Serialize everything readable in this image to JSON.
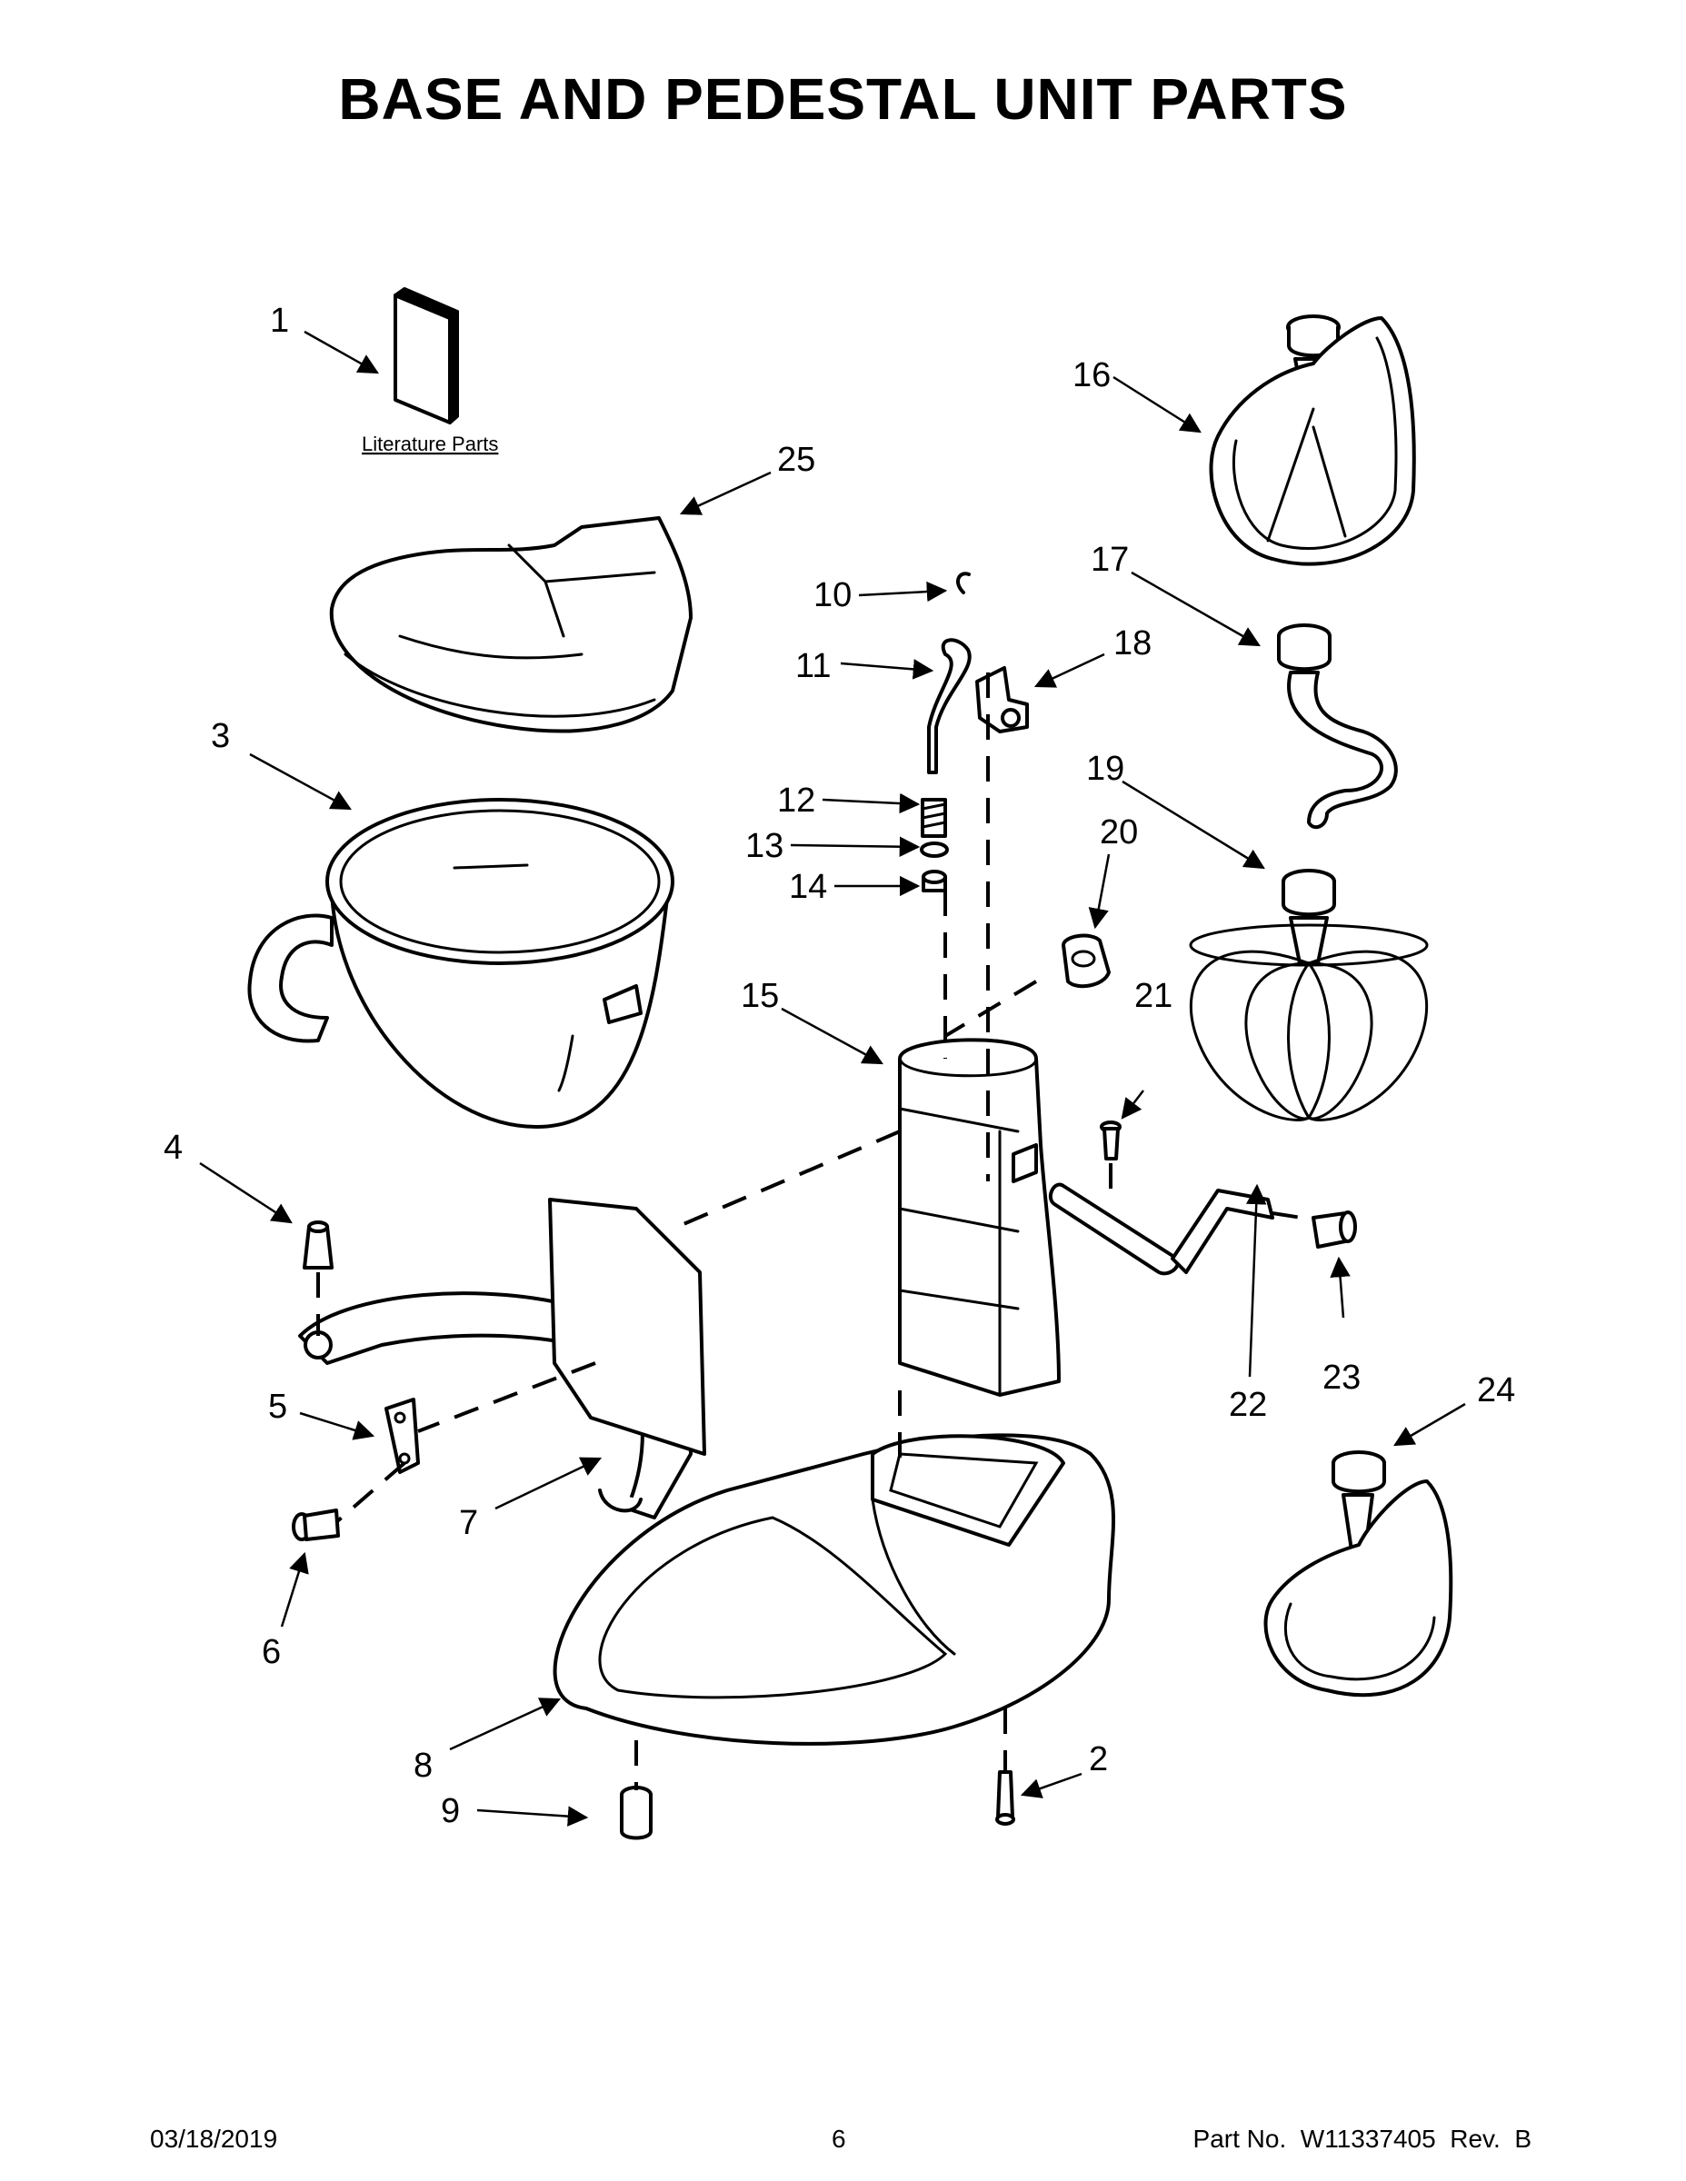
{
  "title": "BASE AND PEDESTAL UNIT PARTS",
  "literature_label": "Literature Parts",
  "callouts": [
    {
      "id": "1",
      "label": "1"
    },
    {
      "id": "2",
      "label": "2"
    },
    {
      "id": "3",
      "label": "3"
    },
    {
      "id": "4",
      "label": "4"
    },
    {
      "id": "5",
      "label": "5"
    },
    {
      "id": "6",
      "label": "6"
    },
    {
      "id": "7",
      "label": "7"
    },
    {
      "id": "8",
      "label": "8"
    },
    {
      "id": "9",
      "label": "9"
    },
    {
      "id": "10",
      "label": "10"
    },
    {
      "id": "11",
      "label": "11"
    },
    {
      "id": "12",
      "label": "12"
    },
    {
      "id": "13",
      "label": "13"
    },
    {
      "id": "14",
      "label": "14"
    },
    {
      "id": "15",
      "label": "15"
    },
    {
      "id": "16",
      "label": "16"
    },
    {
      "id": "17",
      "label": "17"
    },
    {
      "id": "18",
      "label": "18"
    },
    {
      "id": "19",
      "label": "19"
    },
    {
      "id": "20",
      "label": "20"
    },
    {
      "id": "21",
      "label": "21"
    },
    {
      "id": "22",
      "label": "22"
    },
    {
      "id": "23",
      "label": "23"
    },
    {
      "id": "24",
      "label": "24"
    },
    {
      "id": "25",
      "label": "25"
    }
  ],
  "footer": {
    "date": "03/18/2019",
    "page": "6",
    "part_no": "Part No.  W11337405  Rev.  B"
  }
}
